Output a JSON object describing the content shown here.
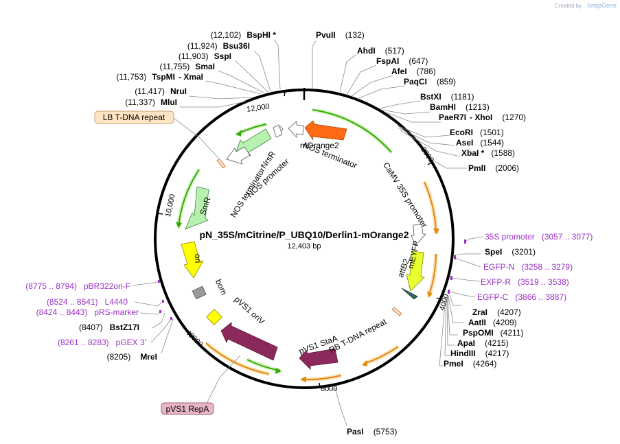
{
  "watermark": {
    "created_by": "Created by",
    "brand": "SnapGene"
  },
  "plasmid": {
    "name": "pN_35S/mCitrine/P_UBQ10/Derlin1-mOrange2",
    "length": "12,403 bp"
  },
  "ticks": [
    "12,000",
    "2000",
    "4000",
    "6000",
    "8000",
    "10,000"
  ],
  "sites": [
    {
      "name": "BspHI *",
      "pos": "(12,102)"
    },
    {
      "name": "Bsu36I",
      "pos": "(11,924)"
    },
    {
      "name": "SspI",
      "pos": "(11,903)"
    },
    {
      "name": "SmaI",
      "pos": "(11,755)"
    },
    {
      "name": "TspMI",
      "pos": "(11,753)",
      "extra": "- XmaI"
    },
    {
      "name": "NruI",
      "pos": "(11,417)"
    },
    {
      "name": "MluI",
      "pos": "(11,337)"
    },
    {
      "name": "PvuII",
      "pos": "(132)"
    },
    {
      "name": "AhdI",
      "pos": "(517)"
    },
    {
      "name": "FspAI",
      "pos": "(647)"
    },
    {
      "name": "AfeI",
      "pos": "(786)"
    },
    {
      "name": "PaqCI",
      "pos": "(859)"
    },
    {
      "name": "BstXI",
      "pos": "(1181)"
    },
    {
      "name": "BamHI",
      "pos": "(1213)"
    },
    {
      "name": "PaeR7I",
      "pos": "(1270)",
      "extra": "- XhoI"
    },
    {
      "name": "EcoRI",
      "pos": "(1501)"
    },
    {
      "name": "AseI",
      "pos": "(1544)"
    },
    {
      "name": "XbaI *",
      "pos": "(1588)"
    },
    {
      "name": "PmlI",
      "pos": "(2006)"
    },
    {
      "name": "SpeI",
      "pos": "(3201)"
    },
    {
      "name": "ZraI",
      "pos": "(4207)"
    },
    {
      "name": "AatII",
      "pos": "(4209)"
    },
    {
      "name": "PspOMI",
      "pos": "(4211)"
    },
    {
      "name": "ApaI",
      "pos": "(4215)"
    },
    {
      "name": "HindIII",
      "pos": "(4217)"
    },
    {
      "name": "PmeI",
      "pos": "(4264)"
    },
    {
      "name": "PasI",
      "pos": "(5753)"
    },
    {
      "name": "MreI",
      "pos": "(8205)"
    },
    {
      "name": "BstZ17I",
      "pos": "(8407)"
    }
  ],
  "primers": [
    {
      "name": "35S promoter",
      "range": "(3057 .. 3077)"
    },
    {
      "name": "EGFP-N",
      "range": "(3258 .. 3279)"
    },
    {
      "name": "EXFP-R",
      "range": "(3519 .. 3538)"
    },
    {
      "name": "EGFP-C",
      "range": "(3866 .. 3887)"
    },
    {
      "name": "pBR322ori-F",
      "range": "(8775 .. 8794)"
    },
    {
      "name": "L4440",
      "range": "(8524 .. 8541)"
    },
    {
      "name": "pRS-marker",
      "range": "(8424 .. 8443)"
    },
    {
      "name": "pGEX 3'",
      "range": "(8261 .. 8283)"
    }
  ],
  "boxed_features": [
    {
      "name": "LB T-DNA repeat",
      "fill": "#ffe4c4",
      "stroke": "#c8a070"
    },
    {
      "name": "pVS1 RepA",
      "fill": "#e8b4c8",
      "stroke": "#a06880"
    }
  ],
  "features": [
    {
      "name": "mOrange2",
      "color": "#ff6a13"
    },
    {
      "name": "NOS terminator",
      "color": "#ffffff"
    },
    {
      "name": "CaMV 35S promoter",
      "color": "#ffffff"
    },
    {
      "name": "NrsR",
      "color": "#b8f0b0"
    },
    {
      "name": "NOS promoter",
      "color": "#ffffff"
    },
    {
      "name": "NOS terminator",
      "color": "#ffffff"
    },
    {
      "name": "SmR",
      "color": "#b8f0b0"
    },
    {
      "name": "ori",
      "color": "#ffff00"
    },
    {
      "name": "bom",
      "color": "#999999"
    },
    {
      "name": "pVS1 oriV",
      "color": "#ffff00"
    },
    {
      "name": "pVS1 StaA",
      "color": "#8b2a5a"
    },
    {
      "name": "RB T-DNA repeat",
      "color": "#e8b080"
    },
    {
      "name": "attB2",
      "color": "#336666"
    },
    {
      "name": "mEYFP",
      "color": "#e8ff30"
    }
  ],
  "colors": {
    "backbone": "#000000",
    "orf_green": "#33aa00",
    "orf_orange": "#e08a10",
    "primer": "#9b30c8"
  }
}
